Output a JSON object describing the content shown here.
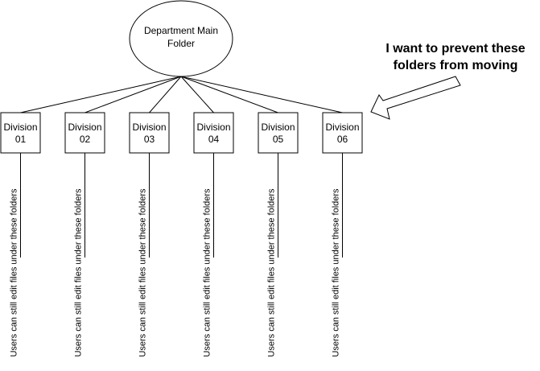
{
  "root": {
    "label_lines": [
      "Department Main",
      "Folder"
    ]
  },
  "divisions": [
    {
      "label_lines": [
        "Division",
        "01"
      ],
      "note": "Users can still edit files under these folders"
    },
    {
      "label_lines": [
        "Division",
        "02"
      ],
      "note": "Users can still edit files under these folders"
    },
    {
      "label_lines": [
        "Division",
        "03"
      ],
      "note": "Users can still edit files under these folders"
    },
    {
      "label_lines": [
        "Division",
        "04"
      ],
      "note": "Users can still edit files under these folders"
    },
    {
      "label_lines": [
        "Division",
        "05"
      ],
      "note": "Users can still edit files under these folders"
    },
    {
      "label_lines": [
        "Division",
        "06"
      ],
      "note": "Users can still edit files under these folders"
    }
  ],
  "annotation": {
    "lines": [
      "I want to prevent these",
      "folders from moving"
    ]
  },
  "colors": {
    "stroke": "#000000",
    "background": "#ffffff"
  }
}
